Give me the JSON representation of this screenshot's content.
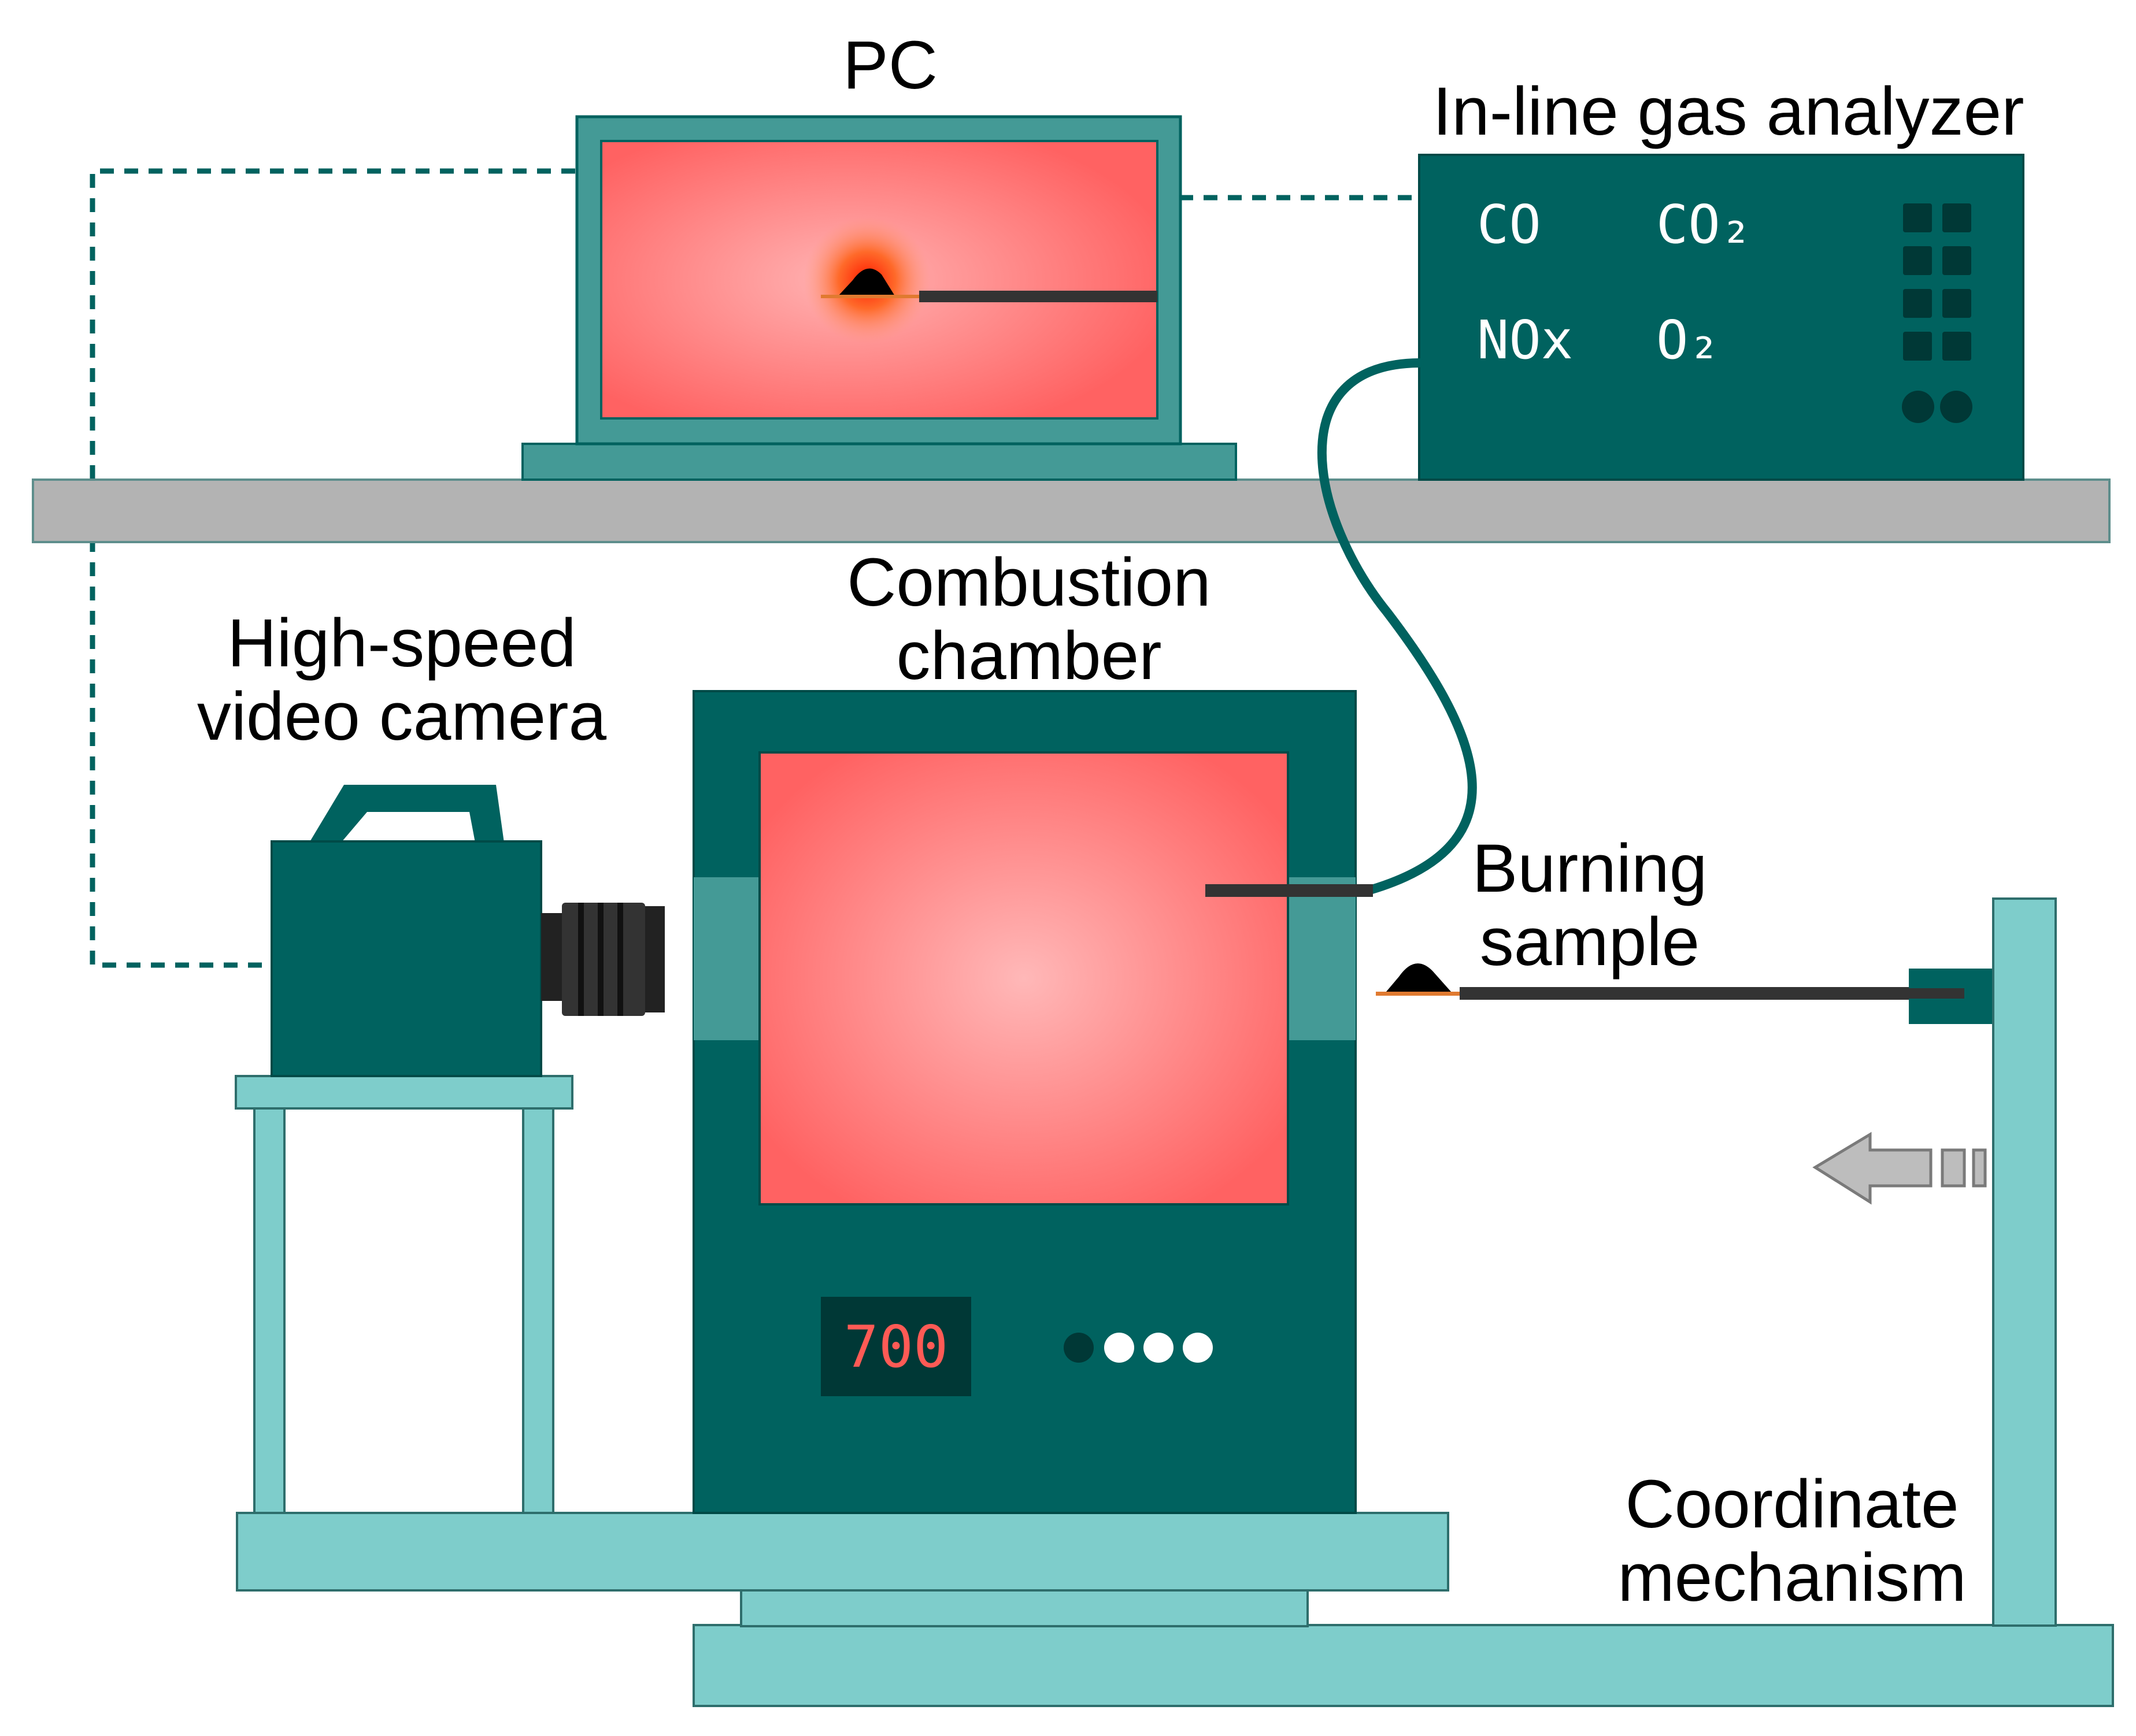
{
  "labels": {
    "pc": "PC",
    "analyzer": "In-line gas analyzer",
    "camera_line1": "High-speed",
    "camera_line2": "video camera",
    "chamber_line1": "Combustion",
    "chamber_line2": "chamber",
    "sample_line1": "Burning",
    "sample_line2": "sample",
    "mechanism_line1": "Coordinate",
    "mechanism_line2": "mechanism"
  },
  "analyzer_gases": [
    "CO",
    "CO₂",
    "NOx",
    "O₂"
  ],
  "temperature_display": "700",
  "colors": {
    "dark_teal": "#00625f",
    "mid_teal": "#449a96",
    "light_teal": "#7ecdcb",
    "shelf_gray": "#b3b3b3",
    "heat_center": "#ffb3b3",
    "heat_edge": "#ff5f5f",
    "rod": "#333333",
    "arrow_gray": "#bdbdbd"
  }
}
